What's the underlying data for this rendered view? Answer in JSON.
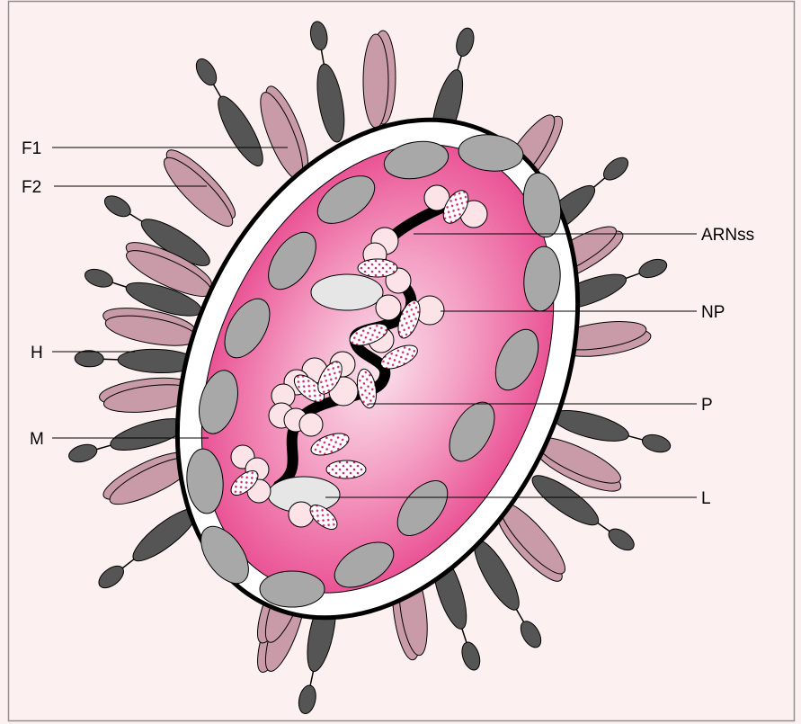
{
  "labels": {
    "f1": "F1",
    "f2": "F2",
    "h": "H",
    "m": "M",
    "arnss": "ARNss",
    "np": "NP",
    "p": "P",
    "l": "L"
  },
  "colors": {
    "background": "#fdf0f0",
    "frame": "#8f8f8f",
    "envelope_line": "#000000",
    "virion_fill_outer": "#e8448c",
    "virion_fill_inner": "#fbe4ee",
    "matrix_protein": "#a8a8a8",
    "hemagglutinin": "#c99aa8",
    "fusion_protein": "#555555",
    "nucleoprotein": "#fbe3e8",
    "phosphoprotein_dots": "#d62a6e",
    "large_protein": "#e6e6e6",
    "rna": "#000000"
  }
}
